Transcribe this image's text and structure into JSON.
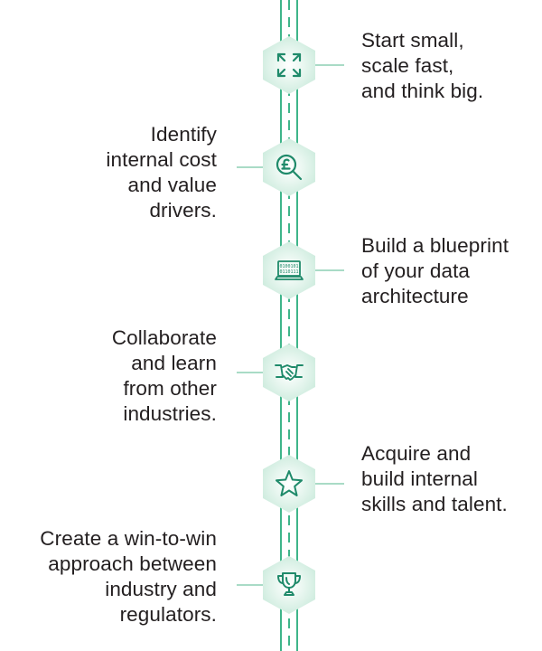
{
  "steps": [
    {
      "side": "right",
      "icon": "expand-arrows-icon",
      "lines": [
        "Start small,",
        "scale fast,",
        "and think big."
      ]
    },
    {
      "side": "left",
      "icon": "pound-magnifier-icon",
      "lines": [
        "Identify",
        "internal cost",
        "and value",
        "drivers."
      ]
    },
    {
      "side": "right",
      "icon": "binary-laptop-icon",
      "lines": [
        "Build a blueprint",
        "of your data",
        "architecture"
      ]
    },
    {
      "side": "left",
      "icon": "handshake-icon",
      "lines": [
        "Collaborate",
        "and learn",
        "from other",
        "industries."
      ]
    },
    {
      "side": "right",
      "icon": "star-icon",
      "lines": [
        "Acquire and",
        "build internal",
        "skills and talent."
      ]
    },
    {
      "side": "left",
      "icon": "trophy-icon",
      "lines": [
        "Create a win-to-win",
        "approach between",
        "industry and",
        "regulators."
      ]
    }
  ],
  "laptop_screen_text": [
    "0100101",
    "0110111"
  ],
  "colors": {
    "accent": "#3fb58a",
    "icon_stroke": "#1f8a6a",
    "text": "#231f20"
  }
}
